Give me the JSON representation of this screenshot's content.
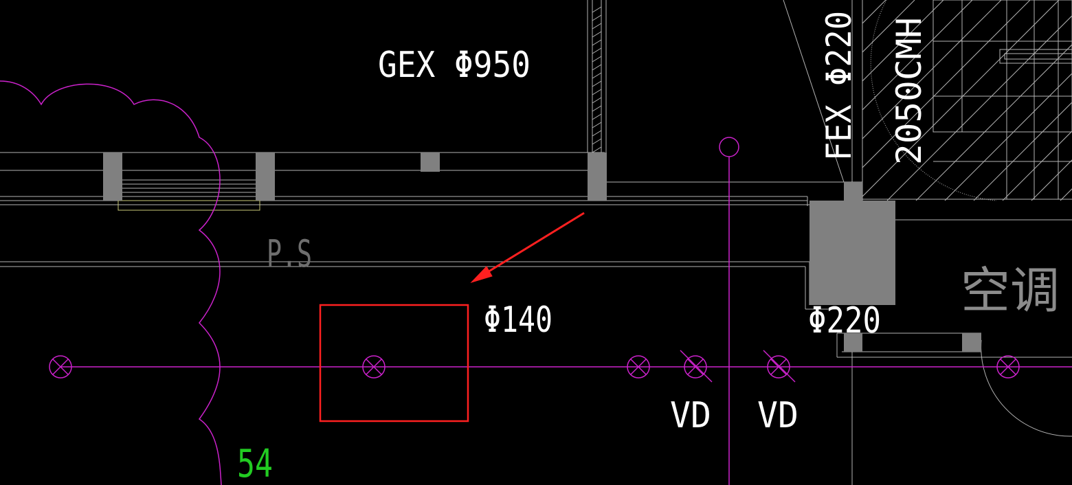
{
  "drawing": {
    "labels": {
      "gex": "GEX Φ950",
      "fex": "FEX Φ220",
      "cmh": "2050CMH",
      "ps": "P.S",
      "phi140": "Φ140",
      "phi220": "Φ220",
      "vd1": "VD",
      "vd2": "VD",
      "aircon": "空调",
      "num54": "54"
    },
    "colors": {
      "background": "#000000",
      "magenta": "#cc22cc",
      "highlight_red": "#ff2020",
      "white_line": "#b4b4b4",
      "gray_fill": "#808080",
      "green_text": "#22cc22",
      "yellow_line": "#c8c878"
    }
  }
}
